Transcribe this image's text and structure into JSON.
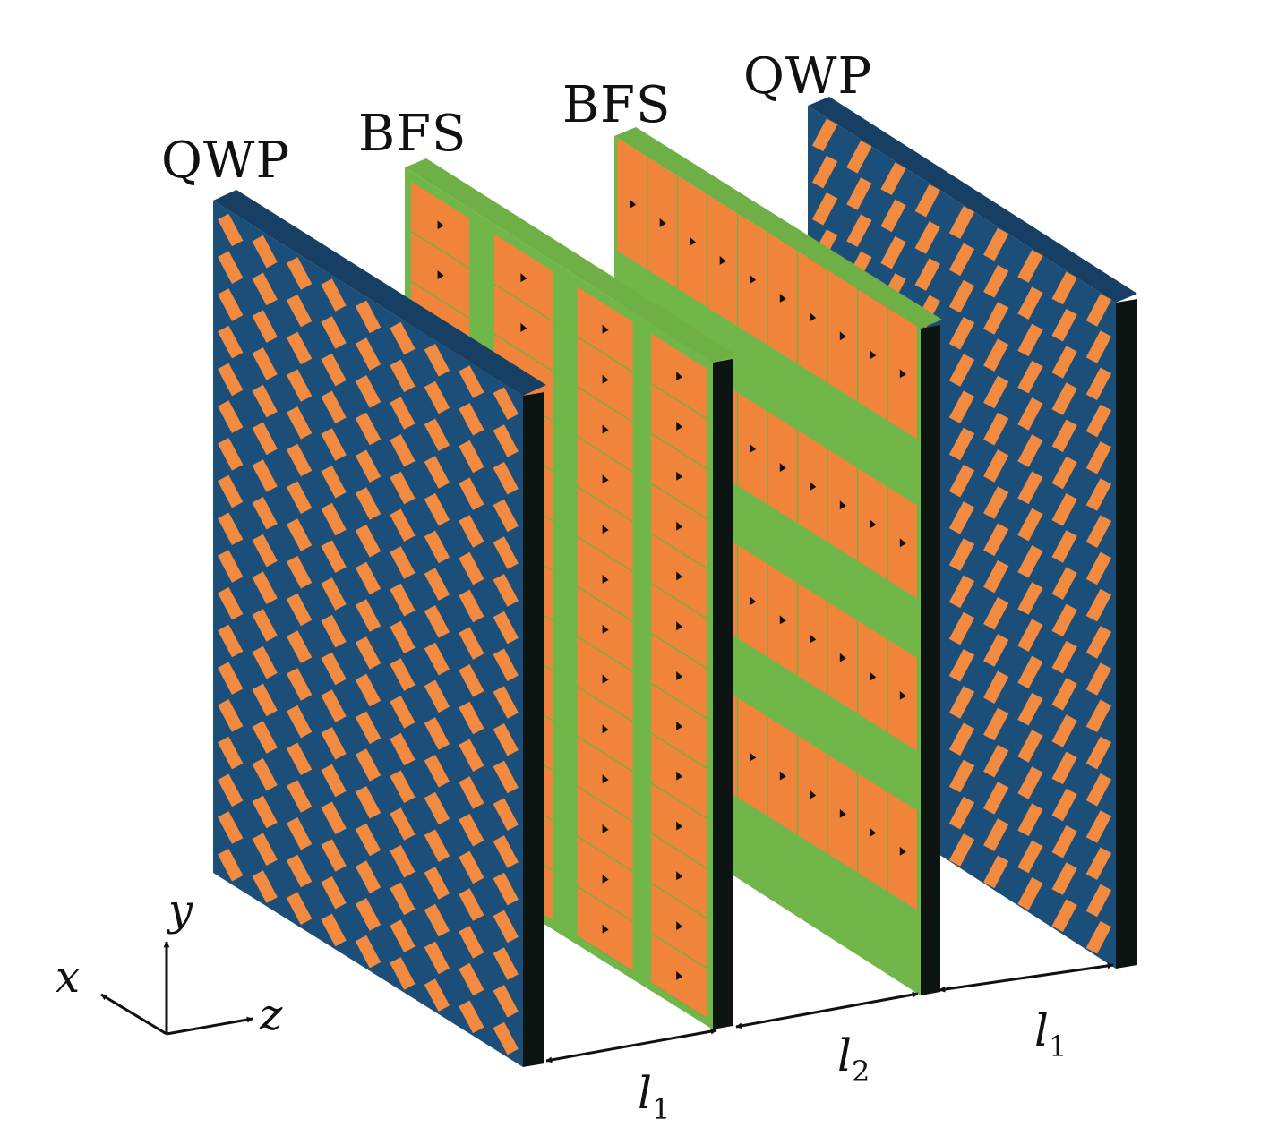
{
  "colors": {
    "qwp_substrate": "#1b4f7a",
    "qwp_patch": "#f28a40",
    "bfs_substrate": "#71b649",
    "bfs_patch": "#f0843a",
    "edge_dark": "#0d1512",
    "bfs_edge": "#6fb046",
    "qwp_top_edge": "#163f63",
    "background": "#ffffff"
  },
  "plates": [
    {
      "label": "QWP",
      "kind": "quarter-wave-plate"
    },
    {
      "label": "BFS",
      "kind": "bandpass-frequency-selective-surface"
    },
    {
      "label": "BFS",
      "kind": "bandpass-frequency-selective-surface"
    },
    {
      "label": "QWP",
      "kind": "quarter-wave-plate"
    }
  ],
  "axes": {
    "x": "x",
    "y": "y",
    "z": "z"
  },
  "distances": [
    {
      "symbol": "l",
      "subscript": "1"
    },
    {
      "symbol": "l",
      "subscript": "2"
    },
    {
      "symbol": "l",
      "subscript": "1"
    }
  ]
}
